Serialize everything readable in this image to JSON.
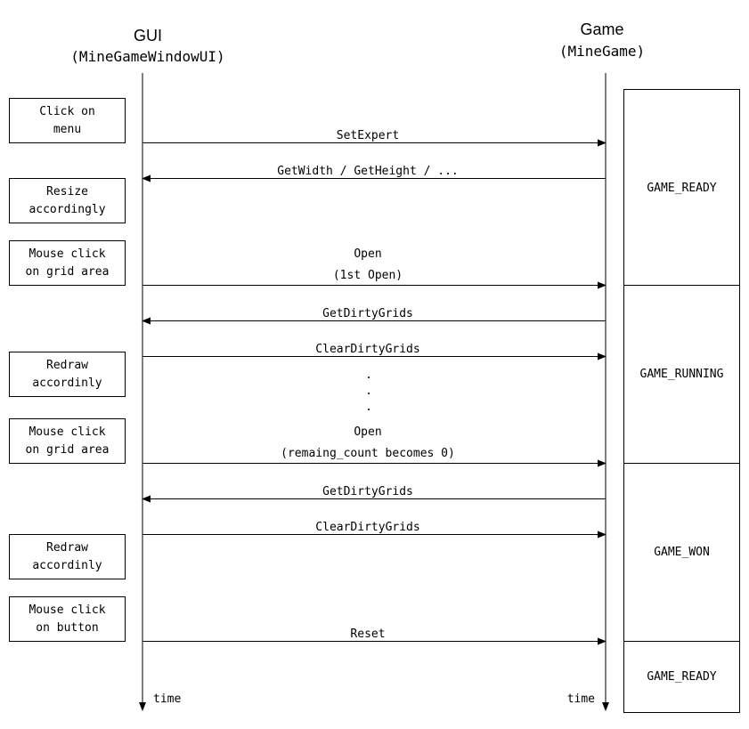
{
  "gui": {
    "title": "GUI",
    "subtitle": "(MineGameWindowUI)"
  },
  "game": {
    "title": "Game",
    "subtitle": "(MineGame)"
  },
  "actions": [
    {
      "line1": "Click on",
      "line2": "menu"
    },
    {
      "line1": "Resize",
      "line2": "accordingly"
    },
    {
      "line1": "Mouse click",
      "line2": "on grid area"
    },
    {
      "line1": "Redraw",
      "line2": "accordinly"
    },
    {
      "line1": "Mouse click",
      "line2": "on grid area"
    },
    {
      "line1": "Redraw",
      "line2": "accordinly"
    },
    {
      "line1": "Mouse click",
      "line2": "on button"
    }
  ],
  "messages": [
    {
      "label": "SetExpert",
      "direction": "to-game"
    },
    {
      "label": "GetWidth / GetHeight / ...",
      "direction": "to-gui"
    },
    {
      "label": "Open",
      "sublabel": "(1st Open)",
      "direction": "to-game"
    },
    {
      "label": "GetDirtyGrids",
      "direction": "to-gui"
    },
    {
      "label": "ClearDirtyGrids",
      "direction": "to-game"
    },
    {
      "label": "Open",
      "sublabel": "(remaing_count becomes 0)",
      "direction": "to-game"
    },
    {
      "label": "GetDirtyGrids",
      "direction": "to-gui"
    },
    {
      "label": "ClearDirtyGrids",
      "direction": "to-game"
    },
    {
      "label": "Reset",
      "direction": "to-game"
    }
  ],
  "continuation_dots": [
    ".",
    ".",
    "."
  ],
  "states": [
    "GAME_READY",
    "GAME_RUNNING",
    "GAME_WON",
    "GAME_READY"
  ],
  "time_labels": {
    "gui": "time",
    "game": "time"
  }
}
